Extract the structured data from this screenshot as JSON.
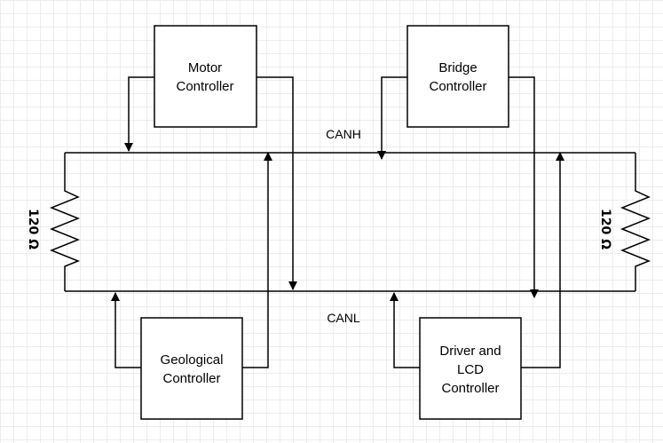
{
  "bus": {
    "high_label": "CANH",
    "low_label": "CANL"
  },
  "resistors": {
    "left_label": "120 Ω",
    "right_label": "120 Ω"
  },
  "nodes": {
    "motor": {
      "lines": [
        "Motor",
        "Controller"
      ]
    },
    "bridge": {
      "lines": [
        "Bridge",
        "Controller"
      ]
    },
    "geological": {
      "lines": [
        "Geological",
        "Controller"
      ]
    },
    "driver_lcd": {
      "lines": [
        "Driver and",
        "LCD",
        "Controller"
      ]
    }
  }
}
